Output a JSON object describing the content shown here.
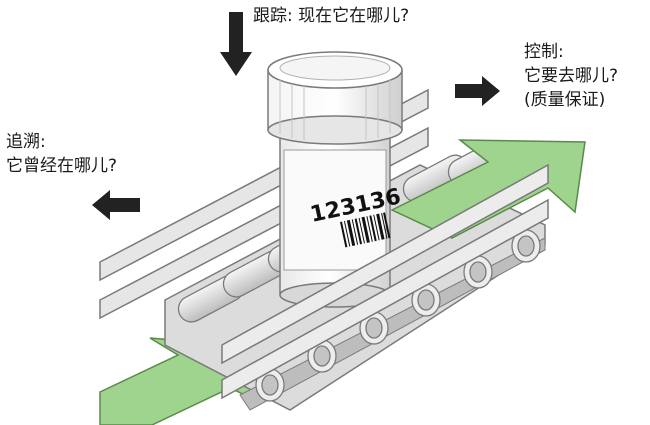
{
  "labels": {
    "track": {
      "title": "跟踪:",
      "question": "现在它在哪儿?"
    },
    "control": {
      "title": "控制:",
      "question": "它要去哪儿?",
      "note": "(质量保证)"
    },
    "trace": {
      "title": "追溯:",
      "question": "它曾经在哪儿?"
    }
  },
  "bottle": {
    "serial": "123136"
  },
  "icons": {
    "track": "arrow-down-icon",
    "control": "arrow-right-icon",
    "trace": "arrow-left-icon"
  },
  "colors": {
    "flow_arrow": "#9fd48f",
    "flow_arrow_stroke": "#5a8a4a",
    "belt": "#d9d9d9",
    "rail": "#e6e6e6",
    "arrow": "#222222"
  }
}
